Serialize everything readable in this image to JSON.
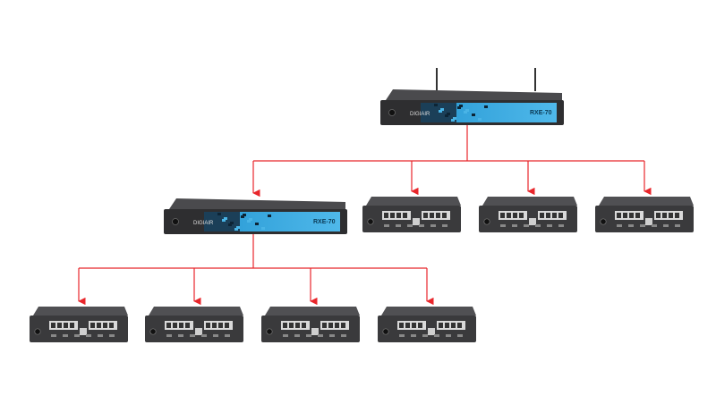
{
  "diagram": {
    "type": "device-cascade-tree",
    "connector_color": "#e8262b",
    "brand_text": "DIGIAIR",
    "model_text": "RXE-70",
    "colors": {
      "chassis_dark": "#2e2e30",
      "chassis_top": "#4a4a4d",
      "panel_blue": "#3aa6dc",
      "small_unit": "#3a3a3c"
    },
    "nodes": [
      {
        "id": "master",
        "kind": "rack-transmitter",
        "antennas": true,
        "parent": null
      },
      {
        "id": "slave-1",
        "kind": "rack-transmitter",
        "antennas": false,
        "parent": "master"
      },
      {
        "id": "receiver-a",
        "kind": "desktop-receiver",
        "parent": "master"
      },
      {
        "id": "receiver-b",
        "kind": "desktop-receiver",
        "parent": "master"
      },
      {
        "id": "receiver-c",
        "kind": "desktop-receiver",
        "parent": "master"
      },
      {
        "id": "receiver-d",
        "kind": "desktop-receiver",
        "parent": "slave-1"
      },
      {
        "id": "receiver-e",
        "kind": "desktop-receiver",
        "parent": "slave-1"
      },
      {
        "id": "receiver-f",
        "kind": "desktop-receiver",
        "parent": "slave-1"
      },
      {
        "id": "receiver-g",
        "kind": "desktop-receiver",
        "parent": "slave-1"
      }
    ]
  }
}
